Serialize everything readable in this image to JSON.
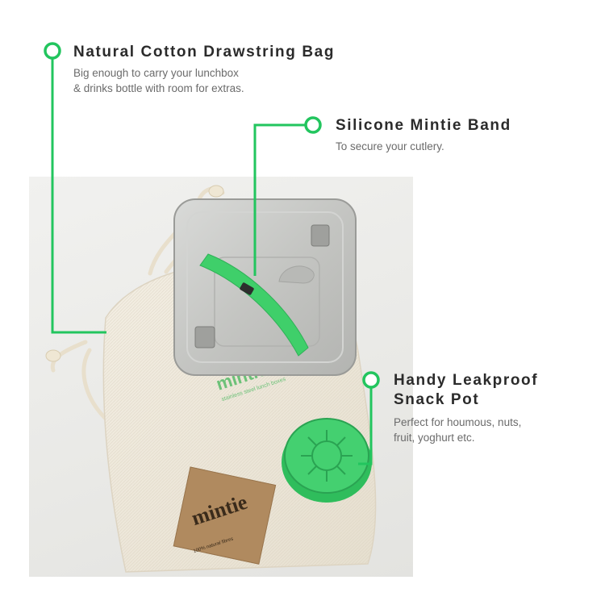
{
  "callouts": {
    "bag": {
      "title": "Natural Cotton Drawstring Bag",
      "desc_line1": "Big enough to carry your lunchbox",
      "desc_line2": "& drinks bottle with room for extras."
    },
    "band": {
      "title": "Silicone Mintie Band",
      "desc_line1": "To secure your cutlery."
    },
    "pot": {
      "title_line1": "Handy Leakproof",
      "title_line2": "Snack Pot",
      "desc_line1": "Perfect for houmous, nuts,",
      "desc_line2": "fruit, yoghurt etc."
    }
  },
  "logos": {
    "bag_logo": "mintie",
    "bag_tagline": "stainless steel lunch boxes",
    "tag_logo": "mintie",
    "tag_text": "100% natural fibres"
  },
  "colors": {
    "accent_green": "#22c55e",
    "silicone_green": "#3fcf6a",
    "title_text": "#2b2b2b",
    "desc_text": "#6b6b6b",
    "cotton": "#efe9dc",
    "kraft": "#b08a5f",
    "steel": "#c9cac8"
  }
}
